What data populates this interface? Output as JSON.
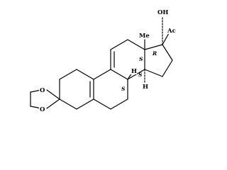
{
  "molecule": {
    "labels": {
      "oh": "OH",
      "ac": "Ac",
      "me": "Me",
      "h_c8": "H",
      "h_c14": "H",
      "o_top": "O",
      "o_bottom": "O"
    },
    "stereo": {
      "c17": "R",
      "c13": "S",
      "c8": "S",
      "c14": "S"
    }
  }
}
